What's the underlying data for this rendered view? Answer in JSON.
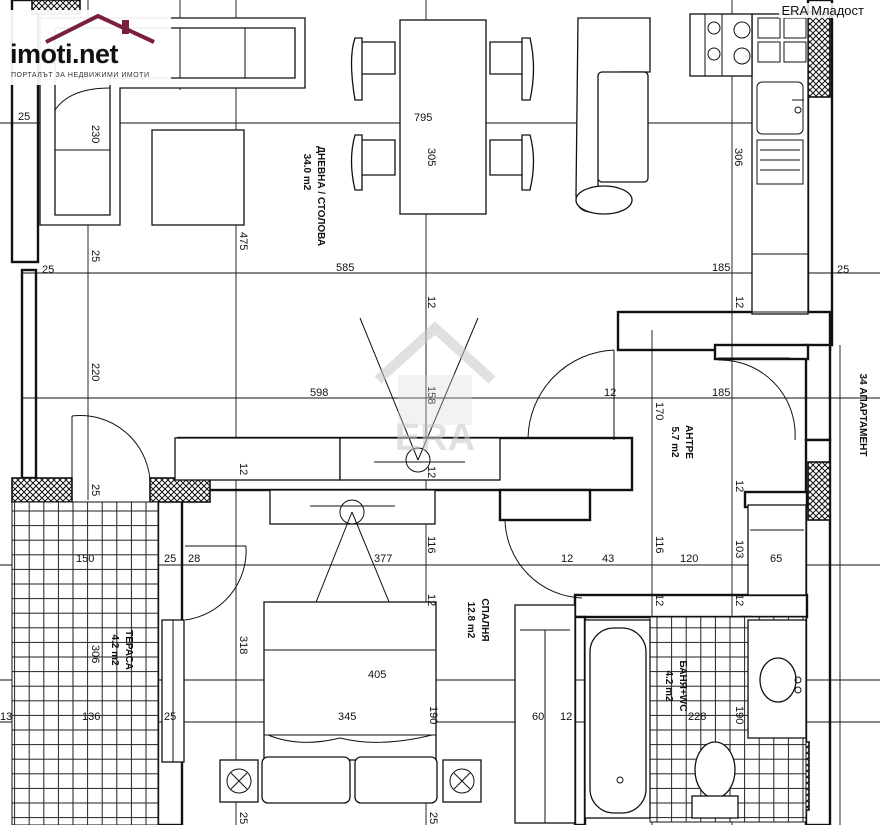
{
  "brand": {
    "logo_text": "imoti.net",
    "tagline": "ПОРТАЛЪТ ЗА НЕДВИЖИМИ ИМОТИ",
    "agency": "ERA Младост",
    "watermark": "ERA",
    "accent_color": "#7a1f3d",
    "watermark_color": "#c8c8c8"
  },
  "rooms": {
    "living": {
      "name": "ДНЕВНА / СТОЛОВА",
      "area": "34.0 m2"
    },
    "hall": {
      "name": "АНТРЕ",
      "area": "5.7 m2"
    },
    "bedroom": {
      "name": "СПАЛНЯ",
      "area": "12.8 m2"
    },
    "bath": {
      "name": "БАНЯ+WC",
      "area": "4.2 m2"
    },
    "terrace": {
      "name": "ТЕРАСА",
      "area": "4.2 m2"
    },
    "apartment": {
      "name": "34 АПАРТАМЕНТ"
    }
  },
  "dimensions": {
    "d25_left_top": "25",
    "d230": "230",
    "d795": "795",
    "d305_living": "305",
    "d306_kitchen": "306",
    "d25_left_mid": "25",
    "d475": "475",
    "d25_row": "25",
    "d585": "585",
    "d185_top": "185",
    "d25_right": "25",
    "d12_top": "12",
    "d12_kitchen": "12",
    "d220": "220",
    "d598": "598",
    "d158": "158",
    "d12_hall": "12",
    "d170": "170",
    "d185_hall": "185",
    "d12_wall": "12",
    "d12_center": "12",
    "d25_terr": "25",
    "d12_hall_right": "12",
    "d116_a": "116",
    "d116_b": "116",
    "d103": "103",
    "d150": "150",
    "d25_bed": "25",
    "d28": "28",
    "d377": "377",
    "d12_bath_a": "12",
    "d43": "43",
    "d120": "120",
    "d65": "65",
    "d12_bath_b": "12",
    "d12_bath_c": "12",
    "d12_bath_d": "12",
    "d306_terrace": "306",
    "d318": "318",
    "d405": "405",
    "d190_a": "190",
    "d13": "13",
    "d136": "136",
    "d25_bot": "25",
    "d345": "345",
    "d60": "60",
    "d12_bot": "12",
    "d228": "228",
    "d190_b": "190",
    "d25_foot_a": "25",
    "d25_foot_b": "25"
  }
}
